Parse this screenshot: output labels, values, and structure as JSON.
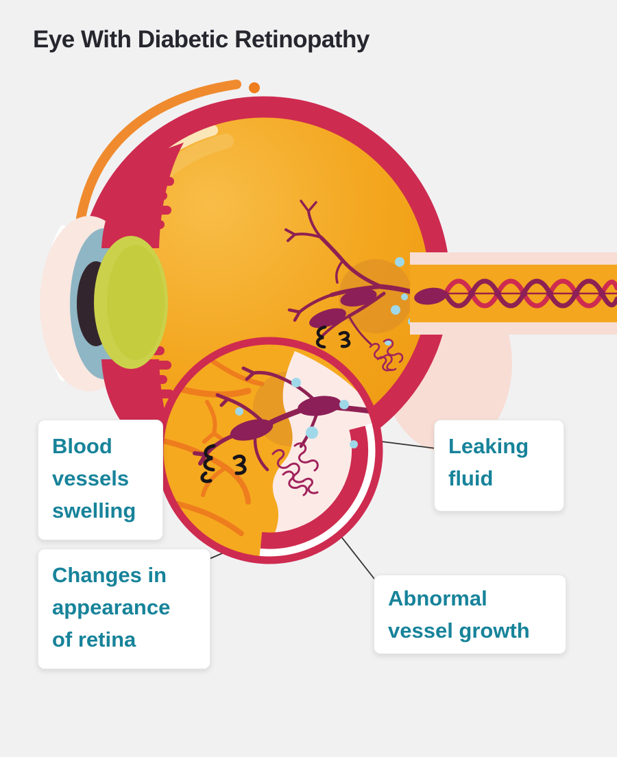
{
  "title": "Eye With Diabetic Retinopathy",
  "diagram": {
    "type": "medical-illustration",
    "subject": "Cross-section of a human eye with diabetic retinopathy and a magnified retina inset",
    "callouts": [
      {
        "label": "Blood vessels swelling",
        "position": "middle-left"
      },
      {
        "label": "Leaking fluid",
        "position": "middle-right"
      },
      {
        "label": "Changes in appearance of retina",
        "position": "bottom-left"
      },
      {
        "label": "Abnormal vessel growth",
        "position": "bottom-right"
      }
    ]
  },
  "colors": {
    "background": "#f1f1f2",
    "title_text": "#26262e",
    "callout_text": "#17839a",
    "callout_background": "#ffffff",
    "sclera_red": "#ce2b50",
    "interior_orange": "#f3a61e",
    "vessel_maroon": "#8e2052",
    "swollen_vessel": "#8c1f57",
    "abnormal_vessel": "#a1235c",
    "fluid_blue": "#9fd8e9",
    "lens_green": "#cbd14b",
    "iris_teal": "#8fb6c4",
    "cornea_pink": "#f9e7e0",
    "nerve_sheath_pink": "#f8ddd5",
    "orange_vessel": "#ee7d1e"
  }
}
